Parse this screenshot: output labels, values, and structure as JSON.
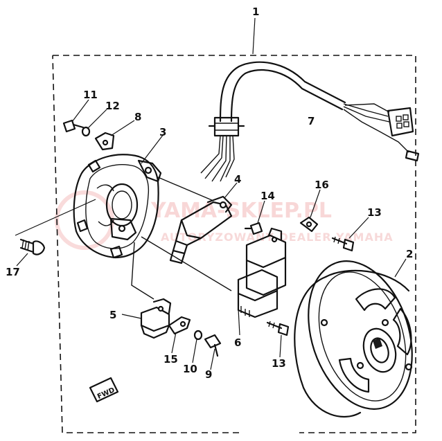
{
  "diagram": {
    "callouts": {
      "c1": "1",
      "c2": "2",
      "c3": "3",
      "c4": "4",
      "c5": "5",
      "c6": "6",
      "c7": "7",
      "c8": "8",
      "c9": "9",
      "c10": "10",
      "c11": "11",
      "c12": "12",
      "c13a": "13",
      "c13b": "13",
      "c14": "14",
      "c15": "15",
      "c16": "16",
      "c17": "17"
    },
    "fwd_label": "FWD"
  },
  "watermark": {
    "text": "YAMA-SKLEP.PL",
    "subtext": "AUTORYZOWANY DEALER YAMAHA",
    "color": "#f3b8b8"
  }
}
